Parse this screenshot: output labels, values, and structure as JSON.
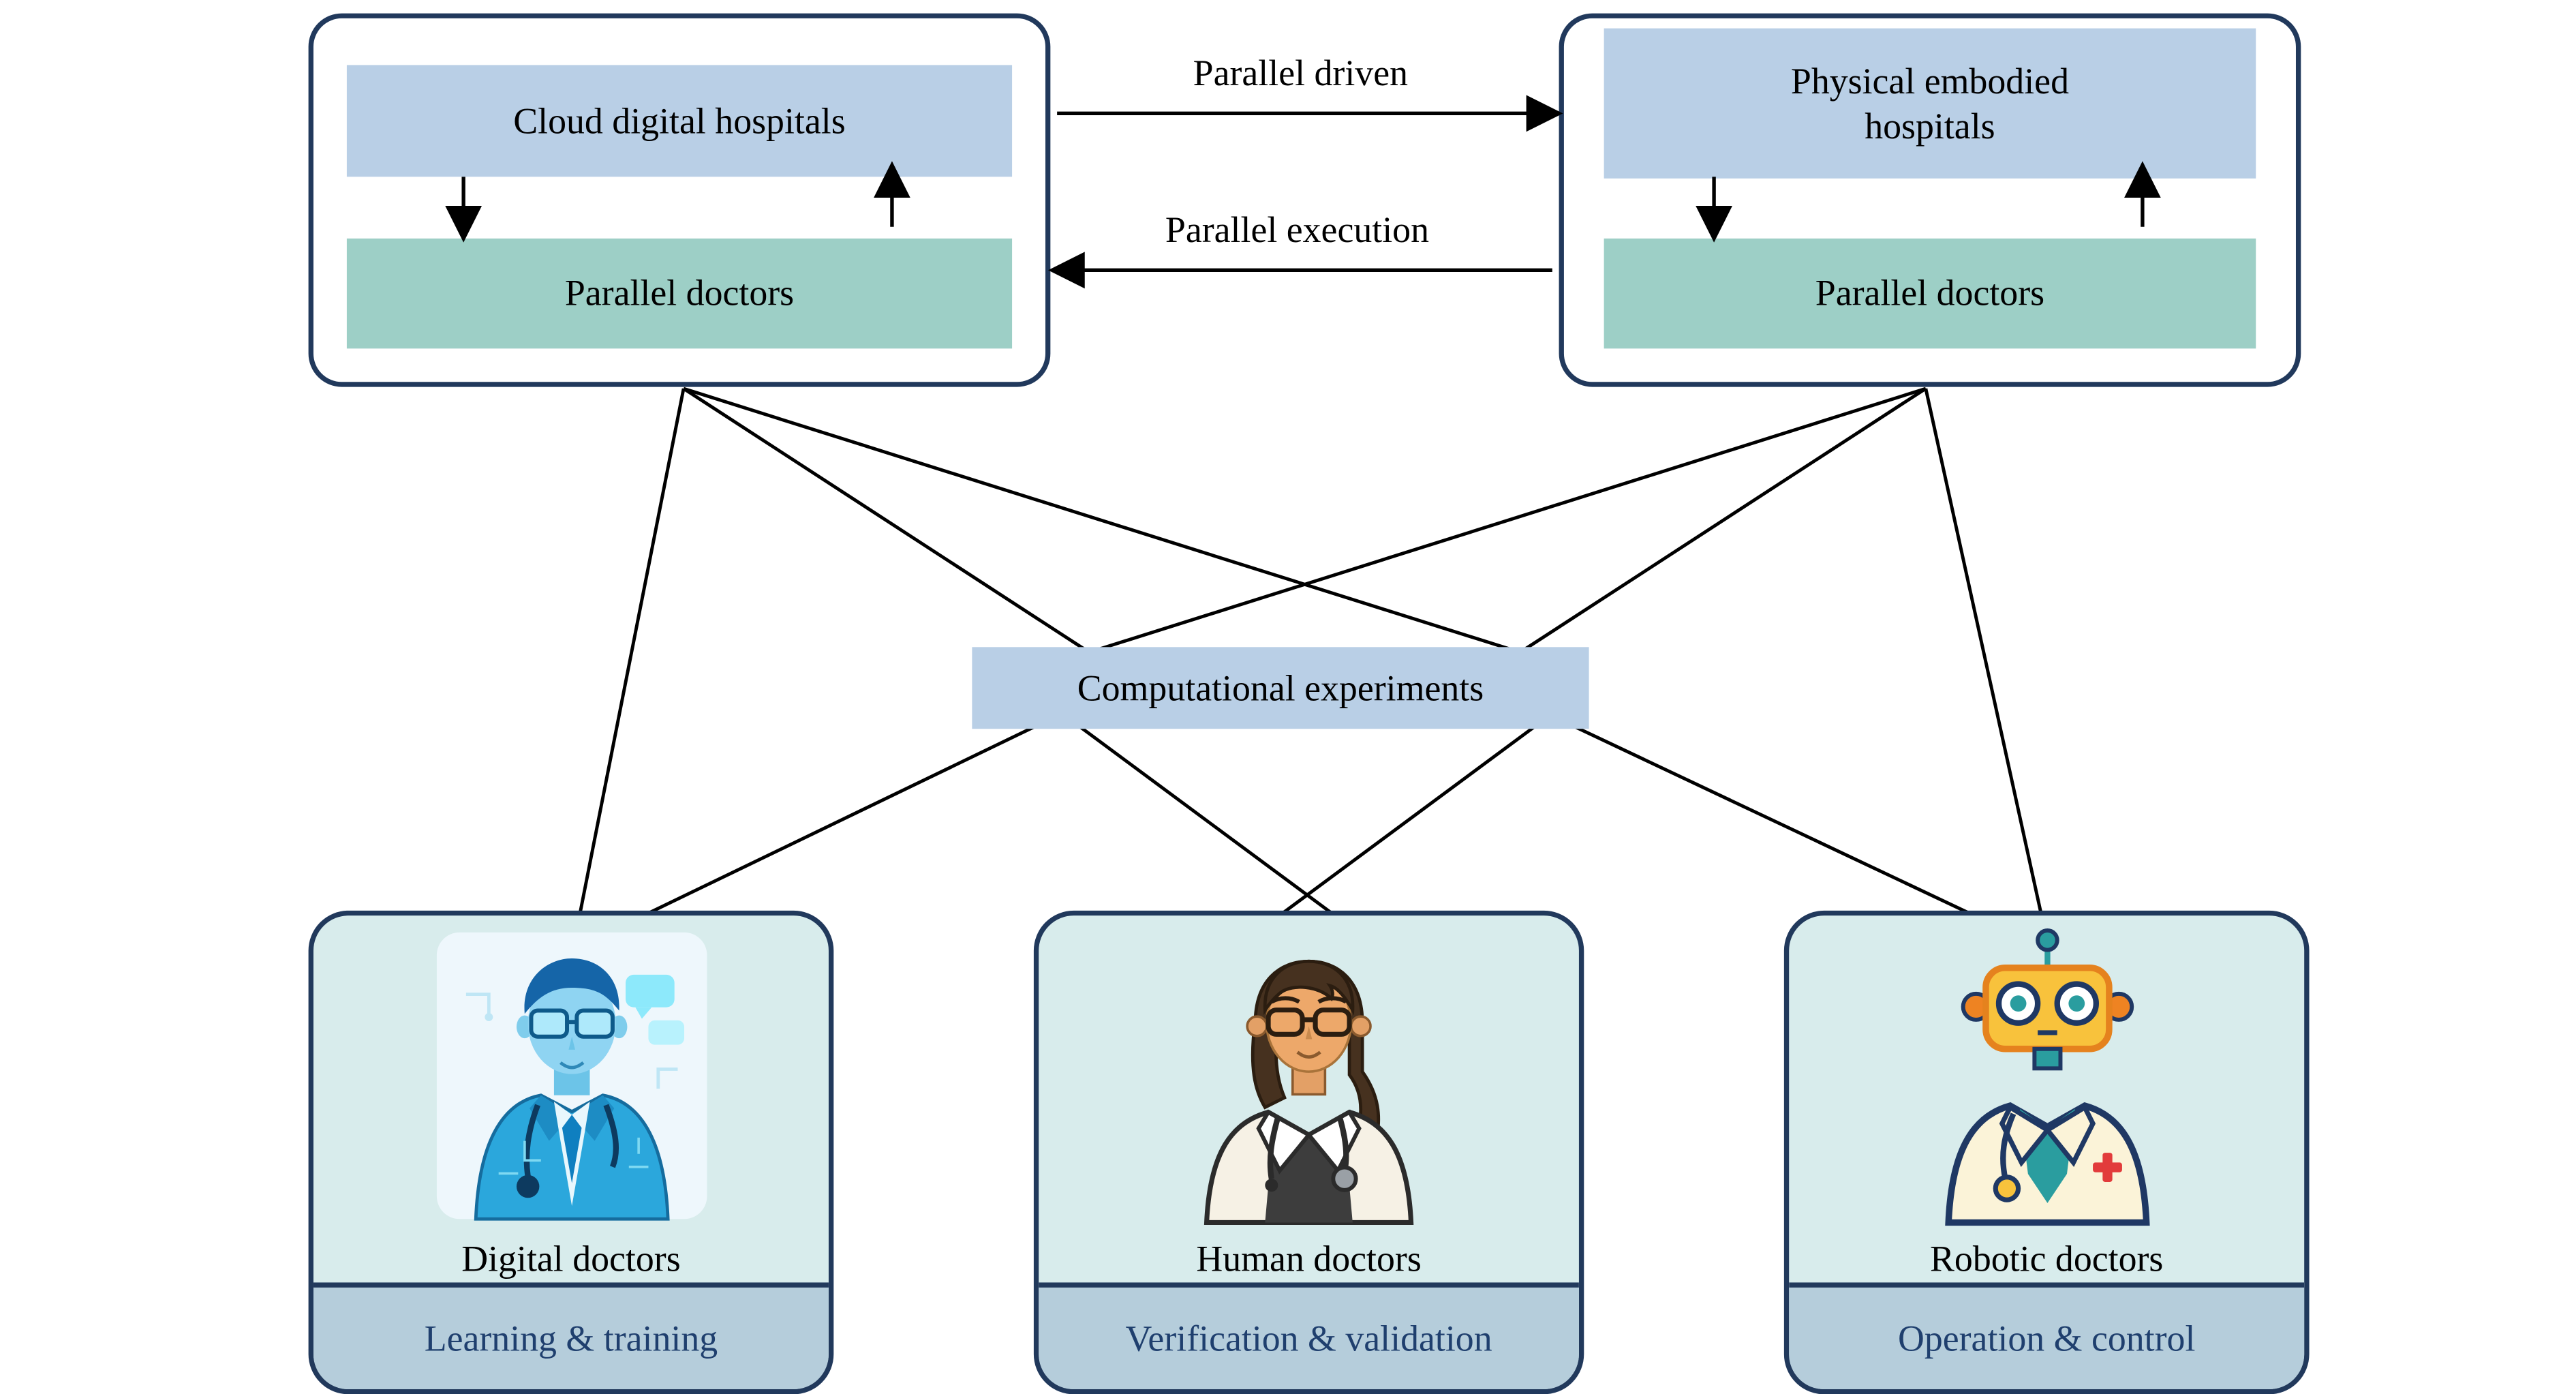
{
  "colors": {
    "navy": "#21395c",
    "bar_blue": "#b9cfe6",
    "bar_teal": "#9dcfc6",
    "box_fill": "#d8ecec",
    "footer_fill": "#b5cddb",
    "footer_text": "#1f3f6e",
    "line": "#000000"
  },
  "top_left_box": {
    "title": "Cloud digital hospitals",
    "subtitle": "Parallel doctors"
  },
  "top_right_box": {
    "title": "Physical embodied hospitals",
    "subtitle": "Parallel doctors"
  },
  "flow_labels": {
    "driven": "Parallel driven",
    "execution": "Parallel execution"
  },
  "center_box": {
    "label": "Computational experiments"
  },
  "bottom_boxes": [
    {
      "label": "Digital doctors",
      "footer": "Learning & training",
      "icon": "digital-doctor-icon"
    },
    {
      "label": "Human doctors",
      "footer": "Verification & validation",
      "icon": "human-doctor-icon"
    },
    {
      "label": "Robotic doctors",
      "footer": "Operation & control",
      "icon": "robot-doctor-icon"
    }
  ]
}
